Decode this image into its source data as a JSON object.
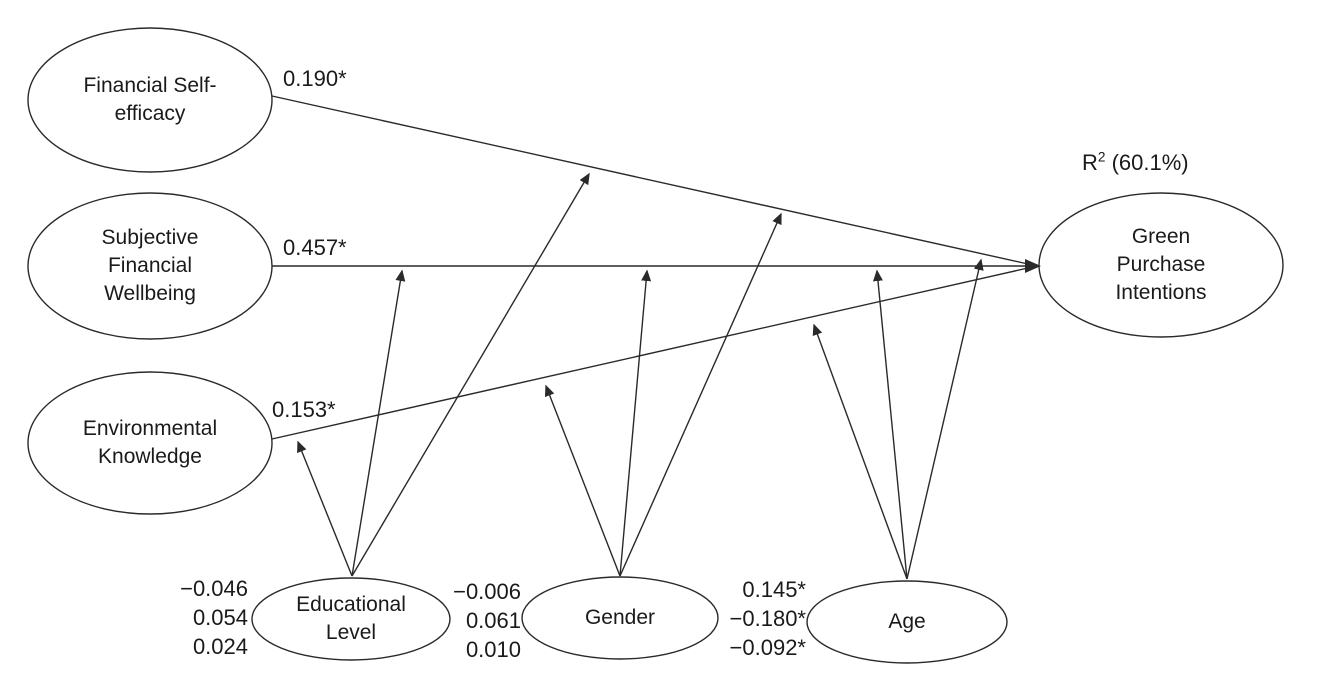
{
  "figure": {
    "background": "#ffffff",
    "line_color": "#2a2a2a",
    "text_color": "#1a1a1a"
  },
  "nodes": {
    "financial_self_efficacy": {
      "lines": [
        "Financial Self-",
        "efficacy"
      ]
    },
    "subjective_financial_wellbeing": {
      "lines": [
        "Subjective",
        "Financial",
        "Wellbeing"
      ]
    },
    "environmental_knowledge": {
      "lines": [
        "Environmental",
        "Knowledge"
      ]
    },
    "green_purchase_intentions": {
      "lines": [
        "Green",
        "Purchase",
        "Intentions"
      ]
    },
    "educational_level": {
      "lines": [
        "Educational",
        "Level"
      ]
    },
    "gender": {
      "lines": [
        "Gender"
      ]
    },
    "age": {
      "lines": [
        "Age"
      ]
    }
  },
  "path_labels": {
    "fse_to_gpi": "0.190*",
    "sfw_to_gpi": "0.457*",
    "ek_to_gpi": "0.153*"
  },
  "r_squared": {
    "base": "R",
    "superscript": "2",
    "value": " (60.1%)"
  },
  "moderation_values": {
    "educational_level": [
      "−0.046",
      "0.054",
      "0.024"
    ],
    "gender": [
      "−0.006",
      "0.061",
      "0.010"
    ],
    "age": [
      "0.145*",
      "−0.180*",
      "−0.092*"
    ]
  }
}
